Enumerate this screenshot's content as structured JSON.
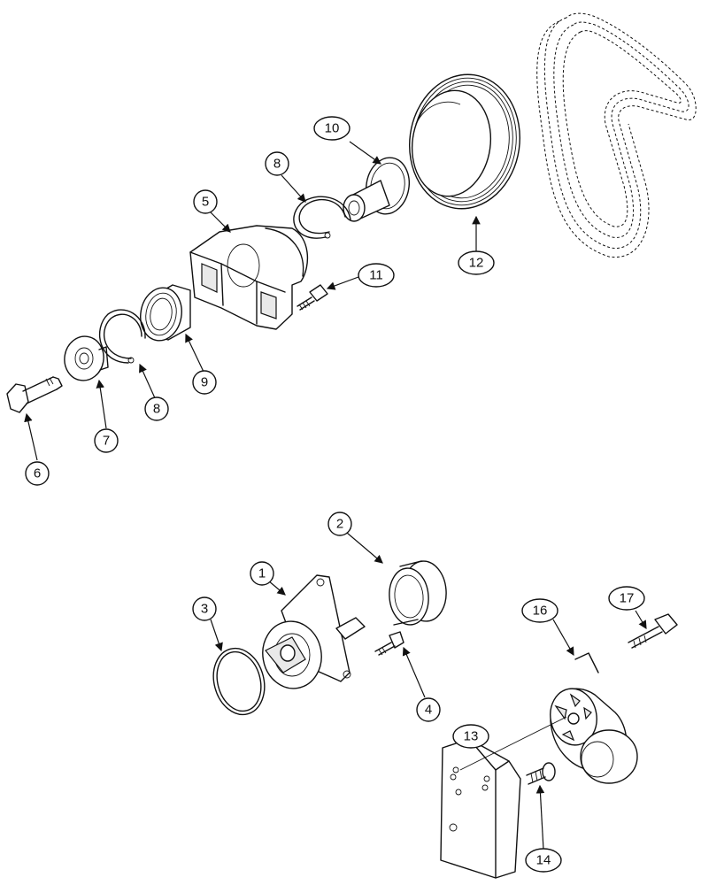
{
  "callouts": {
    "c1": "1",
    "c2": "2",
    "c3": "3",
    "c4": "4",
    "c5": "5",
    "c6": "6",
    "c7": "7",
    "c8a": "8",
    "c8b": "8",
    "c9": "9",
    "c10": "10",
    "c11": "11",
    "c12": "12",
    "c13": "13",
    "c14": "14",
    "c16": "16",
    "c17": "17"
  }
}
